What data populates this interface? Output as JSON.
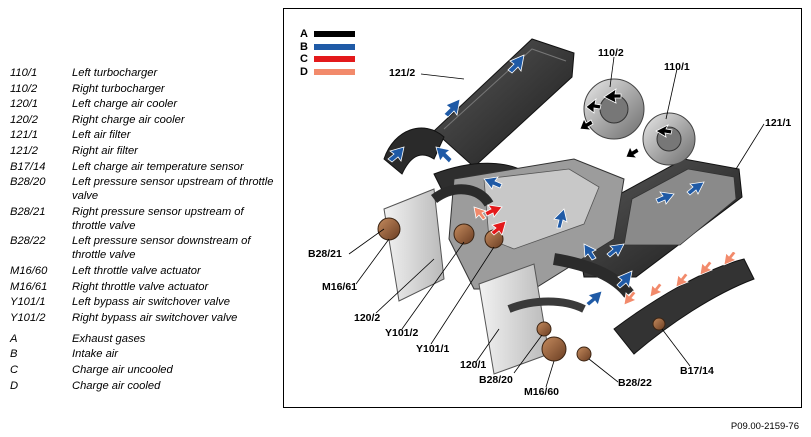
{
  "legend": {
    "items": [
      {
        "code": "110/1",
        "text": "Left turbocharger"
      },
      {
        "code": "110/2",
        "text": "Right turbocharger"
      },
      {
        "code": "120/1",
        "text": "Left charge air cooler"
      },
      {
        "code": "120/2",
        "text": "Right charge air cooler"
      },
      {
        "code": "121/1",
        "text": "Left air filter"
      },
      {
        "code": "121/2",
        "text": "Right air filter"
      },
      {
        "code": "B17/14",
        "text": "Left charge air temperature sensor"
      },
      {
        "code": "B28/20",
        "text": "Left pressure sensor upstream of throttle valve"
      },
      {
        "code": "B28/21",
        "text": "Right pressure sensor upstream of throttle valve"
      },
      {
        "code": "B28/22",
        "text": "Left pressure sensor downstream of throttle valve"
      },
      {
        "code": "M16/60",
        "text": "Left throttle valve actuator"
      },
      {
        "code": "M16/61",
        "text": "Right throttle valve actuator"
      },
      {
        "code": "Y101/1",
        "text": "Left bypass air switchover valve"
      },
      {
        "code": "Y101/2",
        "text": "Right bypass air switchover valve"
      }
    ],
    "flows": [
      {
        "code": "A",
        "text": "Exhaust gases"
      },
      {
        "code": "B",
        "text": "Intake air"
      },
      {
        "code": "C",
        "text": "Charge air uncooled"
      },
      {
        "code": "D",
        "text": "Charge air cooled"
      }
    ]
  },
  "key": [
    {
      "letter": "A",
      "color": "#000000"
    },
    {
      "letter": "B",
      "color": "#1f5aa6"
    },
    {
      "letter": "C",
      "color": "#e3191b"
    },
    {
      "letter": "D",
      "color": "#f28a6b"
    }
  ],
  "callouts": {
    "c121_2": "121/2",
    "c110_2": "110/2",
    "c110_1": "110/1",
    "c121_1": "121/1",
    "cB28_21": "B28/21",
    "cM16_61": "M16/61",
    "c120_2": "120/2",
    "cY101_2": "Y101/2",
    "cY101_1": "Y101/1",
    "c120_1": "120/1",
    "cB28_20": "B28/20",
    "cM16_60": "M16/60",
    "cB28_22": "B28/22",
    "cB17_14": "B17/14"
  },
  "figure_code": "P09.00-2159-76"
}
